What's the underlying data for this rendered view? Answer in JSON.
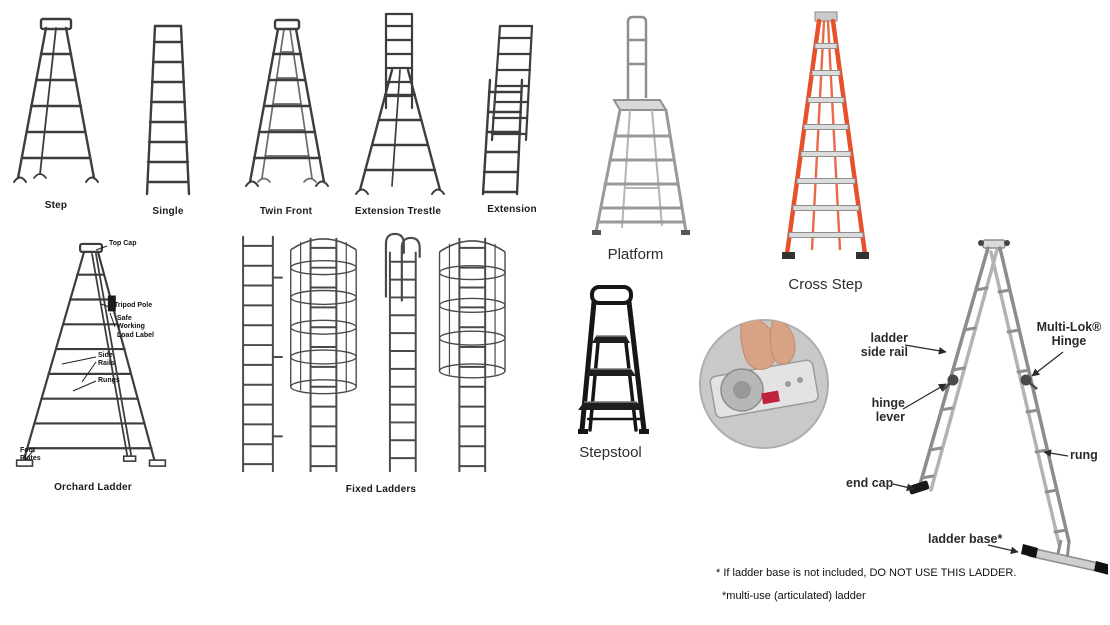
{
  "colors": {
    "line_art": "#3d3d3d",
    "cross_step_orange": "#e8502a",
    "stepstool_black": "#161616",
    "ladder_silver": "#8c8c8c",
    "annotation": "#1f1f1f"
  },
  "ladder_labels": {
    "step": "Step",
    "single": "Single",
    "twin_front": "Twin Front",
    "extension_trestle": "Extension Trestle",
    "extension": "Extension",
    "platform": "Platform",
    "cross_step": "Cross Step",
    "orchard": "Orchard Ladder",
    "fixed": "Fixed Ladders",
    "stepstool": "Stepstool"
  },
  "orchard_annotations": {
    "top_cap": "Top Cap",
    "tripod_pole": "Tripod Pole",
    "load_label": "Safe\nWorking\nLoad Label",
    "side_rails": "Side\nRails",
    "rungs": "Rungs",
    "foot_plates": "Foot\nPlates"
  },
  "articulated_annotations": {
    "side_rail": "ladder\nside rail",
    "hinge": "Multi-Lok®\nHinge",
    "hinge_lever": "hinge\nlever",
    "rung": "rung",
    "end_cap": "end cap",
    "base": "ladder base*"
  },
  "footnotes": {
    "line1": "* If ladder base is not included, DO NOT USE THIS LADDER.",
    "line2": "*multi-use (articulated) ladder"
  }
}
